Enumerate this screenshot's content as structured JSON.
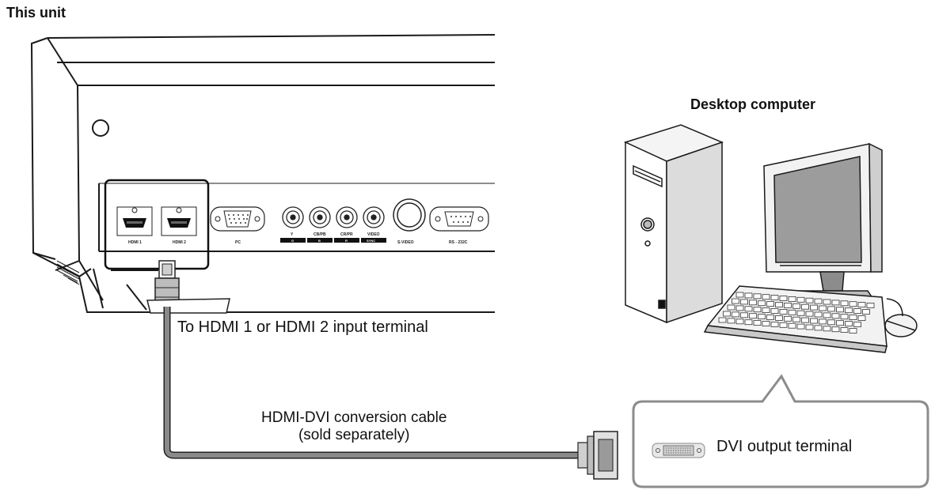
{
  "unit": {
    "title": "This unit"
  },
  "computer": {
    "title": "Desktop computer"
  },
  "ports": {
    "hdmi1": "HDMI 1",
    "hdmi2": "HDMI 2",
    "pc": "PC",
    "y": "Y",
    "cb": "CB/PB",
    "cr": "CR/PR",
    "video": "VIDEO",
    "svideo": "S-VIDEO",
    "rs232c": "RS - 232C",
    "tag_g": "G",
    "tag_b": "B",
    "tag_r": "R",
    "tag_sync": "SYNC"
  },
  "labels": {
    "hdmi_target": "To HDMI  1 or HDMI  2 input terminal",
    "cable_line1": "HDMI-DVI conversion cable",
    "cable_line2": "(sold separately)",
    "dvi_output": "DVI output terminal"
  },
  "colors": {
    "cable": "#8a8a8a",
    "line": "#1a1a1a",
    "callout_border": "#8c8c8c",
    "port_gray": "#c8c8c8"
  }
}
